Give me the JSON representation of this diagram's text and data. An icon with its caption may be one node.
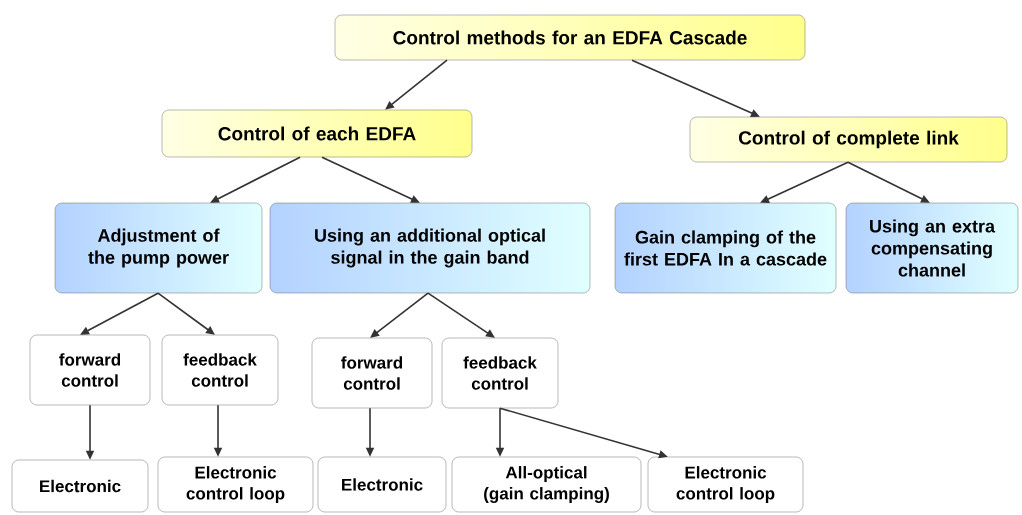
{
  "diagram": {
    "nodes": [
      {
        "text": [
          "Control methods for an EDFA Cascade"
        ]
      },
      {
        "text": [
          "Control of each EDFA"
        ]
      },
      {
        "text": [
          "Control of complete link"
        ]
      },
      {
        "text": [
          "Adjustment of the pump power"
        ]
      },
      {
        "text": [
          "Using an additional optical signal in the gain band"
        ]
      },
      {
        "text": [
          "Gain clamping of the first EDFA In a cascade"
        ]
      },
      {
        "text": [
          "Using an extra compensating channel"
        ]
      },
      {
        "text": [
          "forward control"
        ]
      },
      {
        "text": [
          "feedback control"
        ]
      },
      {
        "text": [
          "forward control"
        ]
      },
      {
        "text": [
          "feedback control"
        ]
      },
      {
        "text": [
          "Electronic"
        ]
      },
      {
        "text": [
          "Electronic control loop"
        ]
      },
      {
        "text": [
          "Electronic"
        ]
      },
      {
        "text": [
          "All-optical (gain clamping)"
        ]
      },
      {
        "text": [
          "Electronic control loop"
        ]
      }
    ],
    "edges": [
      {
        "from": 0,
        "to": 1,
        "arrow": "to"
      },
      {
        "from": 0,
        "to": 2,
        "arrow": "to"
      },
      {
        "from": 1,
        "to": 3,
        "arrow": "to"
      },
      {
        "from": 1,
        "to": 4,
        "arrow": "to"
      },
      {
        "from": 2,
        "to": 5,
        "arrow": "to"
      },
      {
        "from": 2,
        "to": 6,
        "arrow": "to"
      },
      {
        "from": 3,
        "to": 7,
        "arrow": "to"
      },
      {
        "from": 3,
        "to": 8,
        "arrow": "to"
      },
      {
        "from": 4,
        "to": 9,
        "arrow": "to"
      },
      {
        "from": 4,
        "to": 10,
        "arrow": "to"
      },
      {
        "from": 7,
        "to": 11,
        "arrow": "to"
      },
      {
        "from": 8,
        "to": 12,
        "arrow": "to"
      },
      {
        "from": 9,
        "to": 13,
        "arrow": "to"
      },
      {
        "from": 10,
        "to": 14,
        "arrow": "to"
      },
      {
        "from": 10,
        "to": 15,
        "arrow": "to"
      }
    ]
  }
}
